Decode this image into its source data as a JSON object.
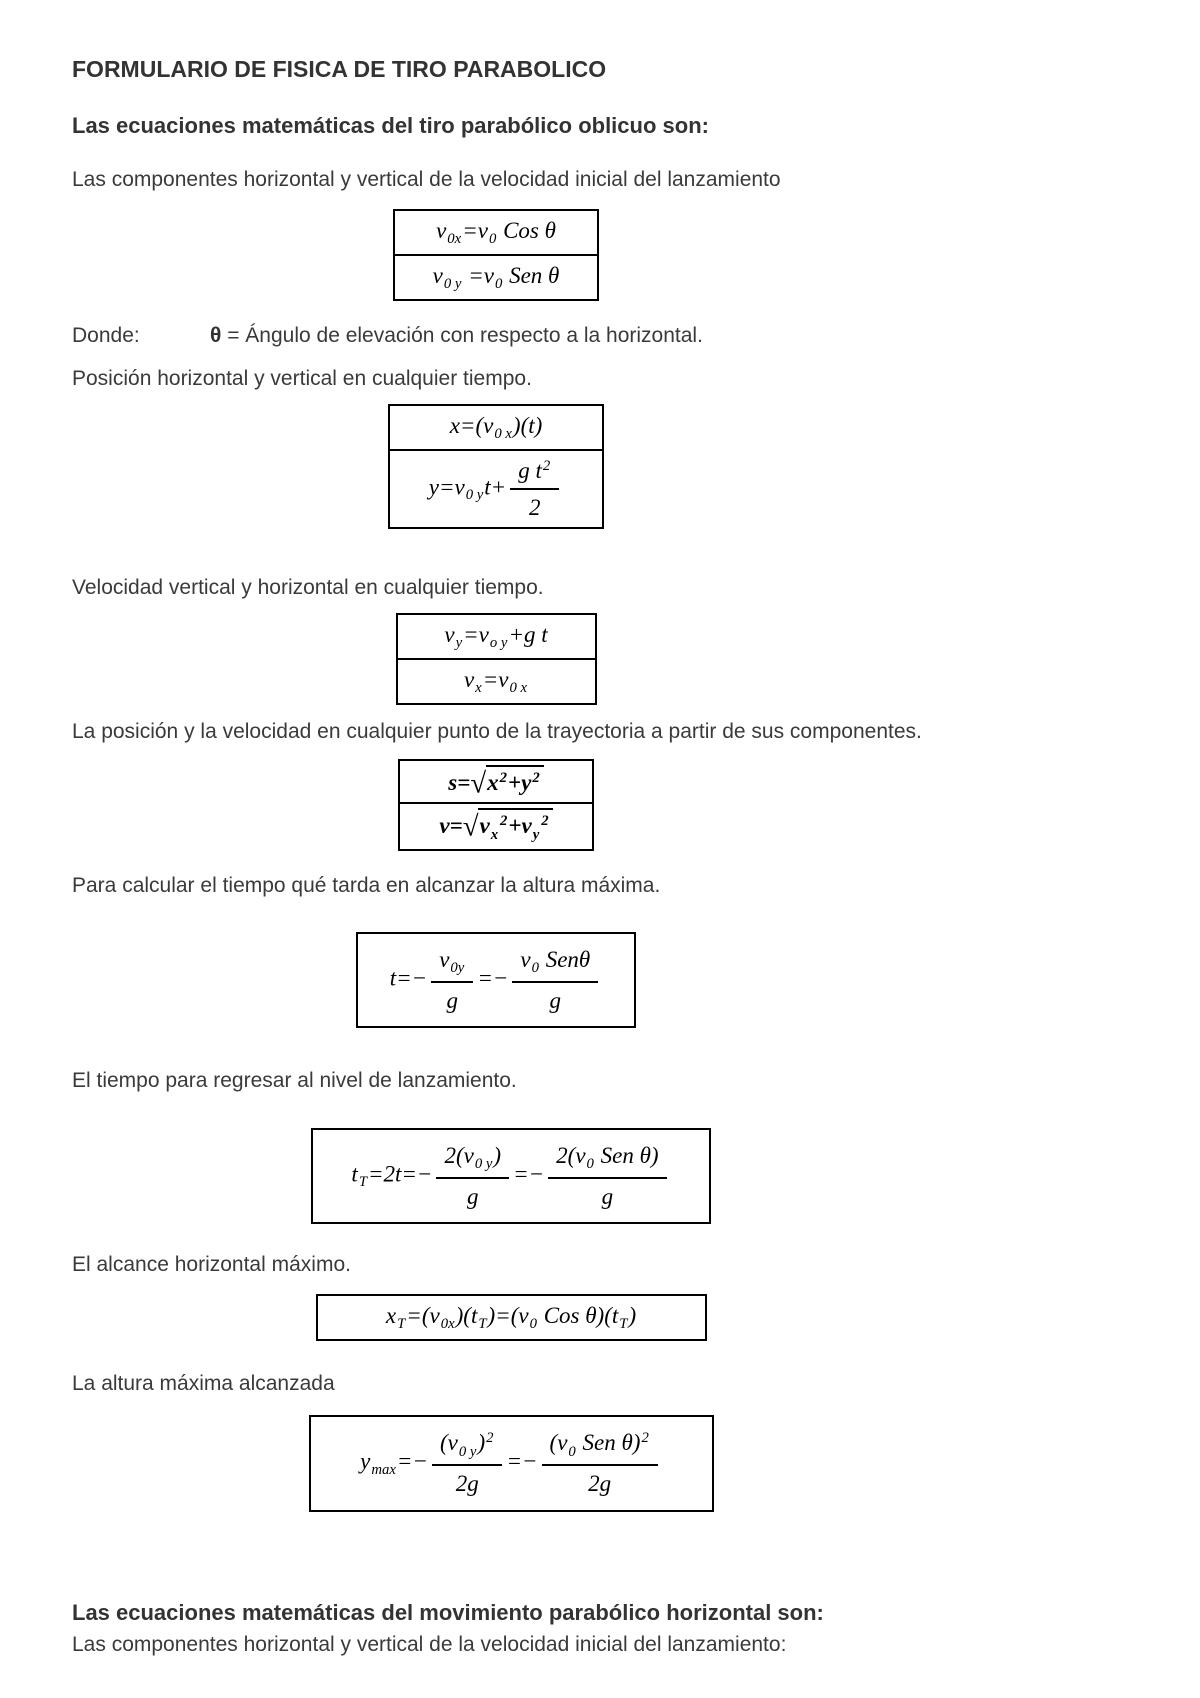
{
  "doc": {
    "title": "FORMULARIO DE FISICA DE TIRO PARABOLICO",
    "heading_oblicuo": "Las  ecuaciones matemáticas del tiro parabólico oblicuo son:",
    "para_componentes": "Las componentes horizontal y vertical de la velocidad inicial del lanzamiento",
    "donde": {
      "label": "Donde:",
      "theta": "θ",
      "rest": " = Ángulo de elevación con respecto a la horizontal."
    },
    "para_posicion": "Posición horizontal y vertical en cualquier tiempo.",
    "para_velocidad": "Velocidad vertical y horizontal en cualquier tiempo.",
    "para_trayectoria": "La posición y la velocidad en cualquier punto de la trayectoria a partir de sus componentes.",
    "para_tiempo_altura": "Para calcular  el tiempo qué tarda en alcanzar la altura máxima.",
    "para_tiempo_regreso": "El tiempo para regresar al nivel de lanzamiento.",
    "para_alcance": "El alcance horizontal máximo.",
    "para_altura_maxima": "La altura máxima alcanzada",
    "heading_horizontal": "Las ecuaciones matemáticas del movimiento parabólico horizontal son:",
    "para_componentes_2": "Las componentes horizontal y vertical de la velocidad inicial del lanzamiento:"
  },
  "colors": {
    "text": "#3a3a3a",
    "formula": "#000000",
    "border": "#000000",
    "background": "#ffffff"
  },
  "formulas": {
    "f1": [
      {
        "tokens": [
          {
            "t": "v"
          },
          {
            "sub": "0x"
          },
          {
            "t": "="
          },
          {
            "t": "v"
          },
          {
            "sub": "0"
          },
          {
            "t": " Cos θ"
          }
        ]
      },
      {
        "tokens": [
          {
            "t": "v"
          },
          {
            "sub": "0 y"
          },
          {
            "t": " ="
          },
          {
            "t": "v"
          },
          {
            "sub": "0"
          },
          {
            "t": " Sen θ"
          }
        ]
      }
    ],
    "f2": [
      {
        "tokens": [
          {
            "t": "x=("
          },
          {
            "t": "v"
          },
          {
            "sub": "0 x"
          },
          {
            "t": ")(t)"
          }
        ]
      },
      {
        "tokens": [
          {
            "t": "y="
          },
          {
            "t": "v"
          },
          {
            "sub": "0 y"
          },
          {
            "t": "t+"
          },
          {
            "frac": {
              "num": [
                {
                  "t": "g t"
                },
                {
                  "sup": "2"
                }
              ],
              "den": [
                {
                  "t": "2"
                }
              ]
            }
          }
        ]
      }
    ],
    "f3": [
      {
        "tokens": [
          {
            "t": "v"
          },
          {
            "sub": "y"
          },
          {
            "t": "="
          },
          {
            "t": "v"
          },
          {
            "sub": "o y"
          },
          {
            "t": "+g t"
          }
        ]
      },
      {
        "tokens": [
          {
            "t": "v"
          },
          {
            "sub": "x"
          },
          {
            "t": "="
          },
          {
            "t": "v"
          },
          {
            "sub": "0 x"
          }
        ]
      }
    ],
    "f4": [
      {
        "bold": true,
        "tokens": [
          {
            "t": "s="
          },
          {
            "sqrt": [
              {
                "t": "x"
              },
              {
                "sup": "2"
              },
              {
                "t": "+"
              },
              {
                "t": "y"
              },
              {
                "sup": "2"
              }
            ]
          }
        ]
      },
      {
        "bold": true,
        "tokens": [
          {
            "t": "v="
          },
          {
            "sqrt": [
              {
                "t": "v"
              },
              {
                "sub": "x"
              },
              {
                "sup": "2"
              },
              {
                "t": "+"
              },
              {
                "t": "v"
              },
              {
                "sub": "y"
              },
              {
                "sup": "2"
              }
            ]
          }
        ]
      }
    ],
    "f5": [
      {
        "tokens": [
          {
            "t": "t=−"
          },
          {
            "frac": {
              "num": [
                {
                  "t": "v"
                },
                {
                  "sub": "0y"
                }
              ],
              "den": [
                {
                  "t": "g"
                }
              ]
            }
          },
          {
            "t": "=−"
          },
          {
            "frac": {
              "num": [
                {
                  "t": "v"
                },
                {
                  "sub": "0"
                },
                {
                  "t": " Senθ"
                }
              ],
              "den": [
                {
                  "t": "g"
                }
              ]
            }
          }
        ]
      }
    ],
    "f6": [
      {
        "tokens": [
          {
            "t": "t"
          },
          {
            "sub": "T"
          },
          {
            "t": "=2t=−"
          },
          {
            "frac": {
              "num": [
                {
                  "t": "2("
                },
                {
                  "t": "v"
                },
                {
                  "sub": "0 y"
                },
                {
                  "t": ")"
                }
              ],
              "den": [
                {
                  "t": "g"
                }
              ]
            }
          },
          {
            "t": "=−"
          },
          {
            "frac": {
              "num": [
                {
                  "t": "2("
                },
                {
                  "t": "v"
                },
                {
                  "sub": "0"
                },
                {
                  "t": " Sen θ"
                },
                {
                  "t": ")"
                }
              ],
              "den": [
                {
                  "t": "g"
                }
              ]
            }
          }
        ]
      }
    ],
    "f7": [
      {
        "tokens": [
          {
            "t": "x"
          },
          {
            "sub": "T"
          },
          {
            "t": "=("
          },
          {
            "t": "v"
          },
          {
            "sub": "0x"
          },
          {
            "t": ")("
          },
          {
            "t": "t"
          },
          {
            "sub": "T"
          },
          {
            "t": ")=("
          },
          {
            "t": "v"
          },
          {
            "sub": "0"
          },
          {
            "t": " Cos θ"
          },
          {
            "t": ")("
          },
          {
            "t": "t"
          },
          {
            "sub": "T"
          },
          {
            "t": ")"
          }
        ]
      }
    ],
    "f8": [
      {
        "tokens": [
          {
            "t": "y"
          },
          {
            "sub": "max"
          },
          {
            "t": "=−"
          },
          {
            "frac": {
              "num": [
                {
                  "t": "("
                },
                {
                  "t": "v"
                },
                {
                  "sub": "0 y"
                },
                {
                  "t": ")"
                },
                {
                  "sup": "2"
                }
              ],
              "den": [
                {
                  "t": "2g"
                }
              ]
            }
          },
          {
            "t": "=−"
          },
          {
            "frac": {
              "num": [
                {
                  "t": "("
                },
                {
                  "t": "v"
                },
                {
                  "sub": "0"
                },
                {
                  "t": " Sen θ"
                },
                {
                  "t": ")"
                },
                {
                  "sup": "2"
                }
              ],
              "den": [
                {
                  "t": "2g"
                }
              ]
            }
          }
        ]
      }
    ]
  }
}
